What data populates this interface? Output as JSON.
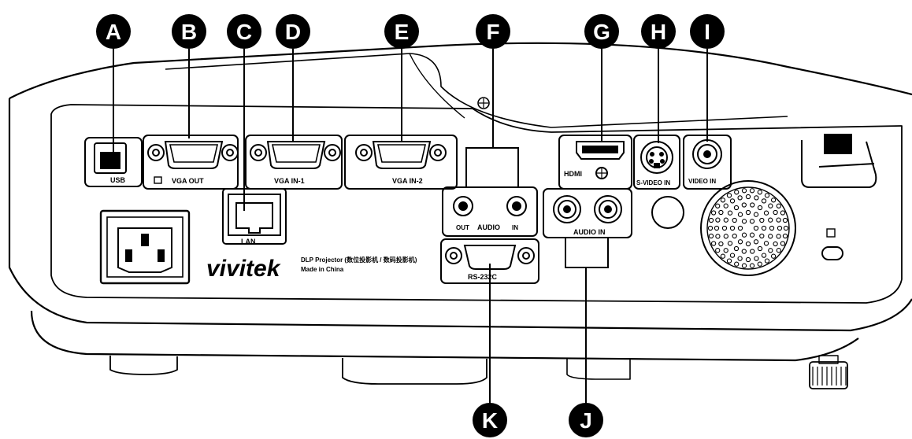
{
  "callouts": {
    "A": "A",
    "B": "B",
    "C": "C",
    "D": "D",
    "E": "E",
    "F": "F",
    "G": "G",
    "H": "H",
    "I": "I",
    "J": "J",
    "K": "K"
  },
  "ports": {
    "usb": "USB",
    "vga_out": "VGA OUT",
    "vga_in_1": "VGA IN-1",
    "vga_in_2": "VGA IN-2",
    "lan": "LAN",
    "audio": "AUDIO",
    "audio_out": "OUT",
    "audio_in_mini": "IN",
    "audio_in_rca": "AUDIO IN",
    "hdmi": "HDMI",
    "s_video_in": "S-VIDEO IN",
    "video_in": "VIDEO IN",
    "rs232c": "RS-232C"
  },
  "branding": {
    "logo": "vivitek",
    "product_line": "DLP Projector (数位投影机 / 数码投影机)",
    "origin": "Made in China"
  },
  "colors": {
    "outline": "#000000",
    "background": "#ffffff",
    "callout_fill": "#000000",
    "callout_text": "#ffffff"
  }
}
